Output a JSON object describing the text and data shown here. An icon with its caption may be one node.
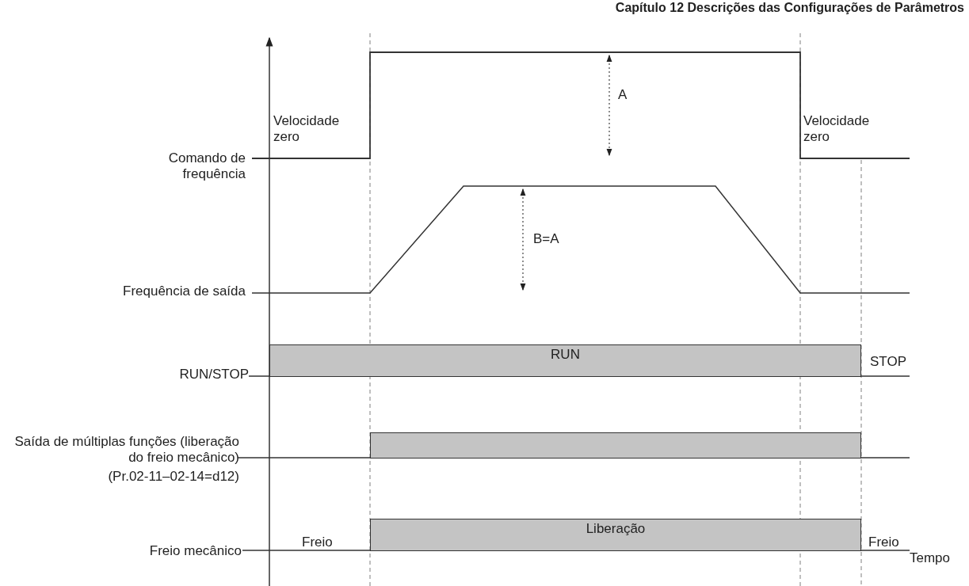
{
  "diagram": {
    "title": "Capítulo 12 Descrições das Configurações de Parâmetros",
    "nodes": [
      {
        "text": [
          "RUN"
        ]
      },
      {
        "text": [],
        "shape": "bar"
      },
      {
        "text": [
          "Liberação"
        ]
      }
    ],
    "labels": [
      "Velocidade zero",
      "A",
      "Velocidade zero",
      "Comando de frequência",
      "B=A",
      "Frequência de saída",
      "RUN/STOP",
      "STOP",
      "Saída de múltiplas funções (liberação do freio mecânico)",
      "(Pr.02-11–02-14=d12)",
      "Freio",
      "Freio mecânico",
      "Freio",
      "Tempo"
    ]
  }
}
